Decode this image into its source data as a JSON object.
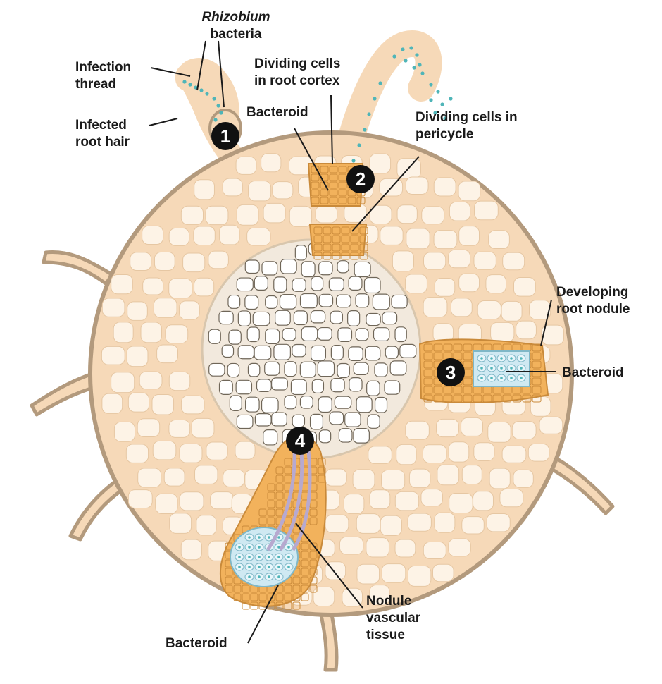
{
  "labels": {
    "rhizobium": "Rhizobium",
    "bacteria": "bacteria",
    "infection_l1": "Infection",
    "infection_l2": "thread",
    "infected_l1": "Infected",
    "infected_l2": "root hair",
    "bacteroid_top": "Bacteroid",
    "cortex_l1": "Dividing cells",
    "cortex_l2": "in root cortex",
    "pericycle_l1": "Dividing cells in",
    "pericycle_l2": "pericycle",
    "developing_l1": "Developing",
    "developing_l2": "root nodule",
    "bacteroid_right": "Bacteroid",
    "bacteroid_bottom": "Bacteroid",
    "vascular_l1": "Nodule",
    "vascular_l2": "vascular",
    "vascular_l3": "tissue"
  },
  "steps": [
    "1",
    "2",
    "3",
    "4"
  ],
  "colors": {
    "cortex_fill": "#f6d9b8",
    "cortex_outline": "#b39a7d",
    "cell_light": "#fdf3e6",
    "stele_fill": "#f2e9dd",
    "stele_cell": "#ffffff",
    "dividing_cells": "#f2b25c",
    "bacteroid": "#cfe9f2",
    "bacteria_dots": "#4fb5b8",
    "vascular_strand": "#b7a9cf",
    "step_circle": "#111111"
  }
}
